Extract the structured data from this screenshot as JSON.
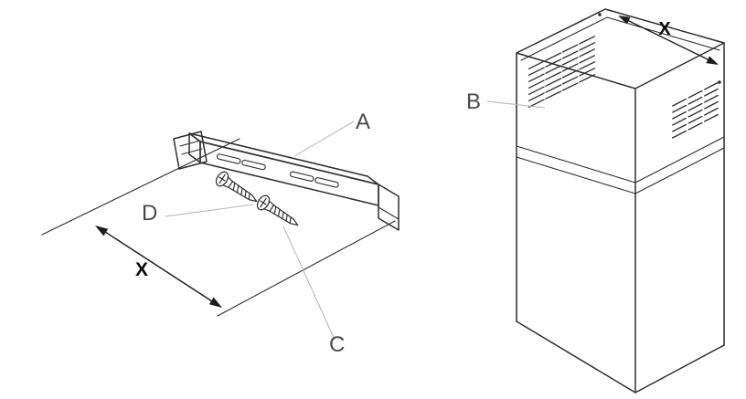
{
  "figure": {
    "type": "installation-diagram",
    "background": "#ffffff",
    "colors": {
      "line": "#2e2e2e",
      "leader": "#b4b4b4",
      "part_label": "#4a4a4a",
      "dimension": "#0a0a0a"
    },
    "labels": {
      "bracket": "A",
      "chimney": "B",
      "screw_c": "C",
      "screw_d": "D"
    },
    "dimensions": {
      "left": "X",
      "right": "X"
    }
  }
}
